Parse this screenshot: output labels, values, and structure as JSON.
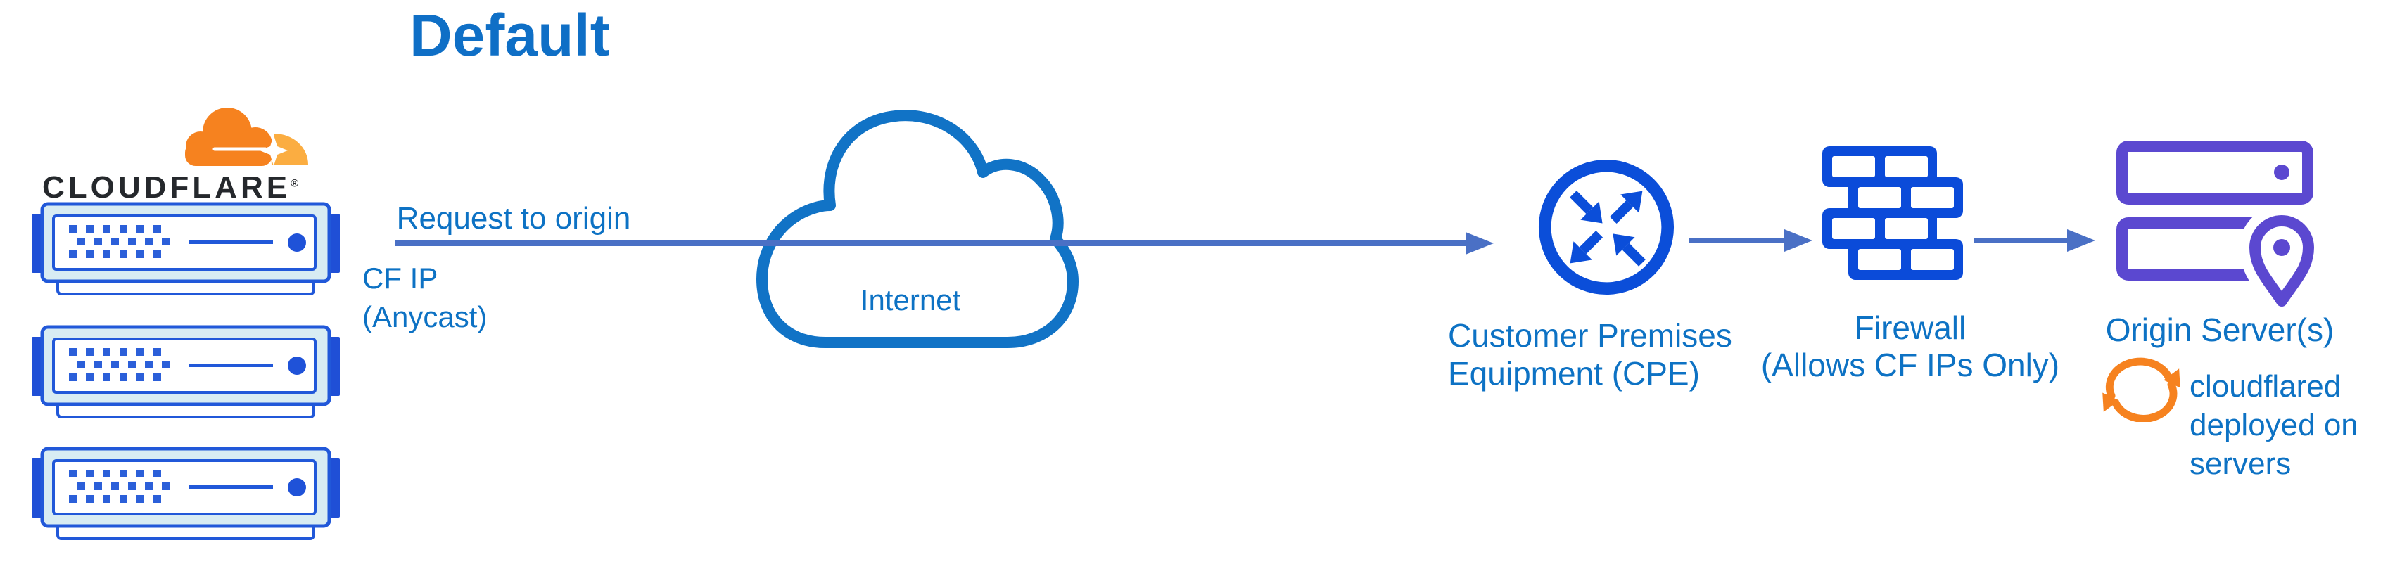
{
  "title": "Default",
  "colors": {
    "title_blue": "#0f6fc6",
    "label_blue": "#0d72c4",
    "icon_blue": "#0b4ed9",
    "cloud_outline_blue": "#1173c6",
    "arrow_blue": "#4a70c5",
    "server_border_blue": "#2158d9",
    "server_tab_blue": "#1f4fd6",
    "server_fill_cyan": "#d8ecf3",
    "origin_purple": "#5b48d0",
    "cloudflare_orange": "#f6821f",
    "cloudflare_orange_light": "#fbad41",
    "wordmark_black": "#25282c"
  },
  "icons": {
    "cloudflare_logo": "cloudflare-cloud-logo",
    "edge_servers": "cloudflare-edge-server-stack",
    "internet": "internet-cloud-outline",
    "cpe": "router-crossing-arrows-circle",
    "firewall": "brick-wall",
    "origin": "server-stack-with-location-pin",
    "cloudflared": "orange-sync-arrows"
  },
  "nodes": {
    "cloudflare": {
      "wordmark": "CLOUDFLARE",
      "registered_mark": "®"
    },
    "edge_label": {
      "line1": "Request to origin"
    },
    "cf_ip": {
      "line1": "CF IP",
      "line2": "(Anycast)"
    },
    "internet": {
      "label": "Internet"
    },
    "cpe": {
      "line1": "Customer Premises",
      "line2": "Equipment (CPE)"
    },
    "firewall": {
      "line1": "Firewall",
      "line2": "(Allows CF IPs Only)"
    },
    "origin": {
      "label": "Origin Server(s)"
    },
    "cloudflared": {
      "line1": "cloudflared",
      "line2": "deployed on",
      "line3": "servers"
    }
  }
}
